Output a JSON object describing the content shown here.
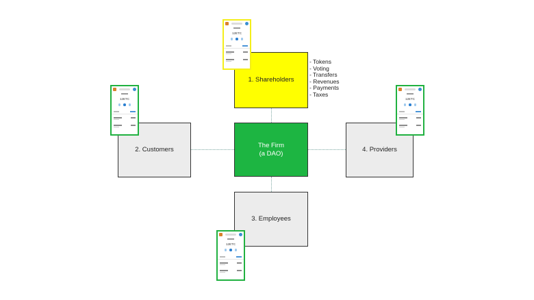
{
  "nodes": {
    "shareholders": "1. Shareholders",
    "customers": "2. Customers",
    "employees": "3. Employees",
    "providers": "4. Providers",
    "firm": "The Firm\n(a DAO)"
  },
  "shareholder_items": [
    "- Tokens",
    "- Voting",
    "- Transfers",
    "- Revenues",
    "- Payments",
    "- Taxes"
  ],
  "phone_balance": "12ETC",
  "colors": {
    "firm": "#1db542",
    "shareholders": "#ffff00",
    "stakeholder": "#ececec",
    "phone_border": "#20b140",
    "phone_border_highlight": "#f4ee1a"
  },
  "icons": [
    "wallet-logo-icon",
    "account-avatar-icon"
  ]
}
